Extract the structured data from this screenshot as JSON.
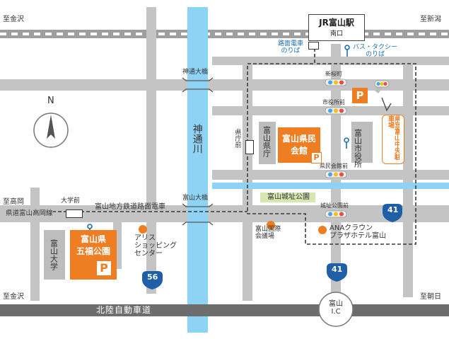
{
  "map": {
    "colors": {
      "road": "#c4c4c4",
      "expressway": "#6d6d6d",
      "river": "#8fd3f4",
      "accent": "#ef7d22",
      "park": "#d4e8b0",
      "route_blue": "#1f5fa8",
      "dashed": "#3a3a3a"
    },
    "directions": {
      "kanazawa_top": "至金沢",
      "niigata": "至新潟",
      "takaoka": "至高岡",
      "kanazawa_bottom": "至金沢",
      "asahi": "至朝日"
    },
    "station": {
      "name": "JR富山駅",
      "exit": "南口"
    },
    "tram_stop": {
      "line1": "路面電車",
      "line2": "のりば"
    },
    "bus_stop": {
      "line1": "バス・タクシー",
      "line2": "のりば"
    },
    "bridges": {
      "jinzu_o": "神通大橋",
      "toyama_o": "富山大橋"
    },
    "river": "神通川",
    "compass": "N",
    "signals": {
      "shintsumachi": "新桜町",
      "shiyakushomae": "市役所前",
      "kenminkaikanmae": "県民会館前",
      "jyoshikoenmae": "城址公園前"
    },
    "buildings": {
      "kencho": "富山県庁",
      "kencho_mae": "県庁前",
      "kenmin_kaikan": {
        "line1": "富山県民",
        "line2": "会館",
        "parking": "P"
      },
      "shiyakusho": "富山市役所",
      "central_parking_sign": "県営富山中央駐車場",
      "park": "富山城址公園",
      "kokusai": {
        "line1": "富山国際",
        "line2": "会議場"
      },
      "ana": {
        "line1": "ANAクラウン",
        "line2": "プラザホテル富山"
      },
      "arisu": {
        "line1": "アリス",
        "line2": "ショッピング",
        "line3": "センター"
      },
      "univ": "富山大学",
      "gofuku": {
        "line1": "富山県",
        "line2": "五福公園",
        "parking": "P"
      },
      "parking_p": "P"
    },
    "roads": {
      "takaoka_line": "県道富山高岡線",
      "daigakumae": "大学前",
      "chitetsu": "富山地方鉄道路面電車",
      "expressway": "北陸自動車道"
    },
    "route_numbers": {
      "r41a": "41",
      "r41b": "41",
      "r56": "56"
    },
    "ic": {
      "line1": "富山",
      "line2": "I.C"
    }
  }
}
